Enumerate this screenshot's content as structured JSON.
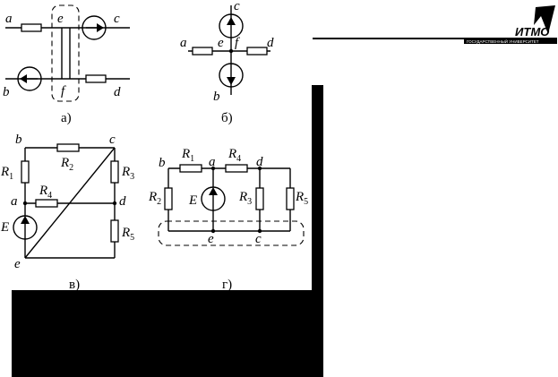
{
  "logo": {
    "name": "ИТМО",
    "subtitle": "ГОСУДАРСТВЕННЫЙ УНИВЕРСИТЕТ"
  },
  "colors": {
    "ink": "#000000",
    "paper": "#ffffff",
    "redacted": "#000000"
  },
  "diagram_a": {
    "caption": "а)",
    "nodes": {
      "a": "a",
      "b": "b",
      "c": "c",
      "d": "d",
      "e": "e",
      "f": "f"
    }
  },
  "diagram_b": {
    "caption": "б)",
    "nodes": {
      "a": "a",
      "b": "b",
      "c": "c",
      "d": "d",
      "e": "e",
      "f": "f"
    }
  },
  "diagram_v": {
    "caption": "в)",
    "nodes": {
      "a": "a",
      "b": "b",
      "c": "c",
      "d": "d",
      "e": "e"
    },
    "sub_r": "R",
    "r1": "1",
    "r2": "2",
    "r3": "3",
    "r4": "4",
    "r5": "5",
    "emf": "E"
  },
  "diagram_g": {
    "caption": "г)",
    "nodes": {
      "a": "a",
      "b": "b",
      "c": "c",
      "d": "d",
      "e": "e"
    },
    "sub_r": "R",
    "r1": "1",
    "r2": "2",
    "r3": "3",
    "r4": "4",
    "r5": "5",
    "emf": "E"
  }
}
